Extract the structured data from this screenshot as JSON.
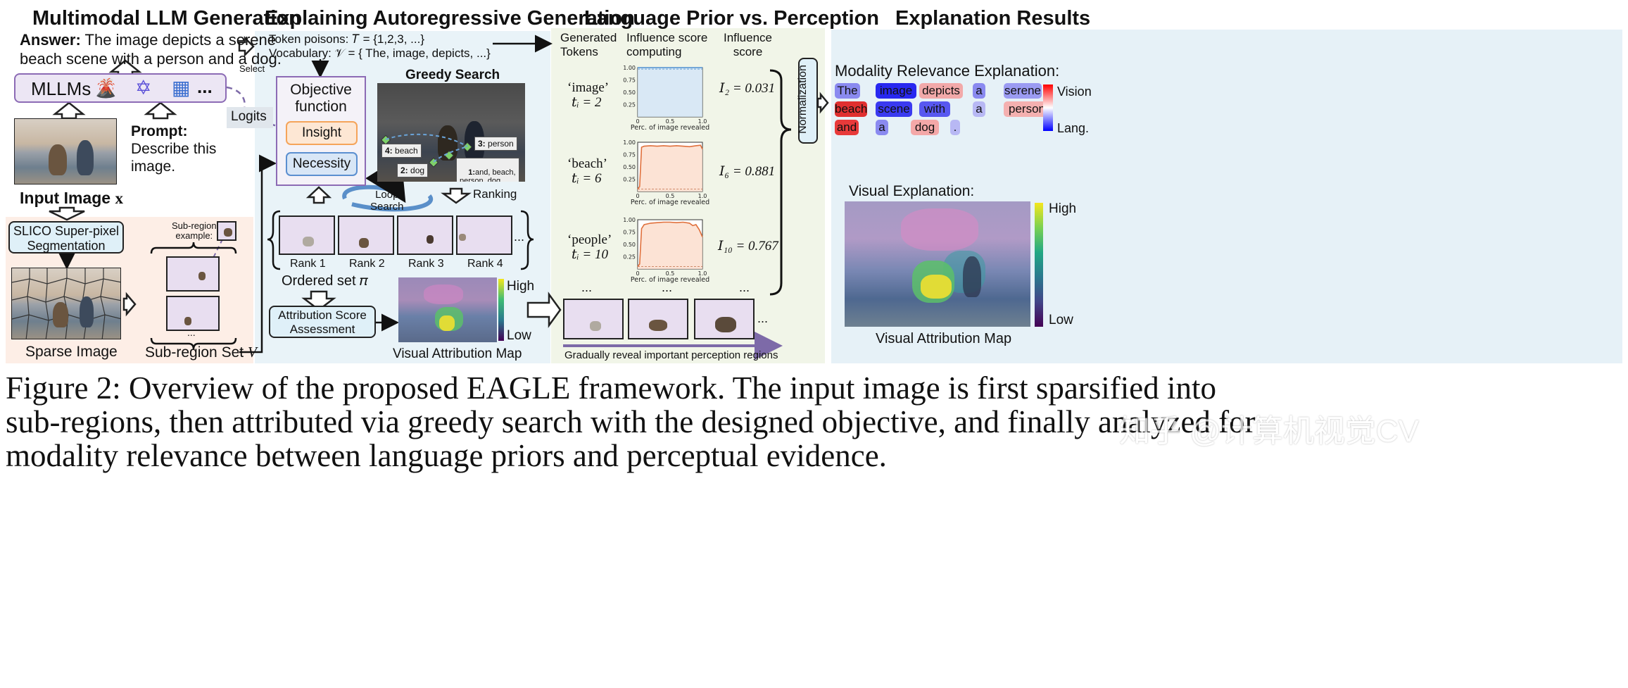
{
  "headers": {
    "col1": "Multimodal LLM Generation",
    "col2": "Explaining Autoregressive Generation",
    "col3": "Language Prior vs. Perception",
    "col4": "Explanation Results"
  },
  "col1": {
    "answer_label": "Answer:",
    "answer_line1": "The image depicts a serene",
    "answer_line2": "beach scene with a person and a dog.",
    "mllm_label": "MLLMs",
    "mllm_ellipsis": "...",
    "prompt_label": "Prompt:",
    "prompt_line1": "Describe this",
    "prompt_line2": "image.",
    "input_image_label": "Input Image",
    "input_image_symbol": "x",
    "slico_line1": "SLICO Super-pixel",
    "slico_line2": "Segmentation",
    "subregion_example": "Sub-region\nexample:",
    "sparse_image_label": "Sparse Image",
    "subregion_set_label": "Sub-region Set",
    "subregion_set_symbol": "V",
    "logits_label": "Logits",
    "select_label": "Select",
    "dots": "..."
  },
  "col2": {
    "token_positions": "Token poisons: 𝑇 = {1,2,3, ...}",
    "vocabulary": "Vocabulary: 𝒱 = { The, image, depicts, ...}",
    "objective_line1": "Objective",
    "objective_line2": "function",
    "insight": "Insight",
    "necessity": "Necessity",
    "greedy_search": "Greedy Search",
    "loop_line1": "Loop",
    "loop_line2": "Search",
    "ranking": "Ranking",
    "markers": [
      {
        "num": "4:",
        "text": "beach"
      },
      {
        "num": "3:",
        "text": "person"
      },
      {
        "num": "2:",
        "text": "dog"
      },
      {
        "num": "1:",
        "text": "and, beach,\nperson, dog"
      }
    ],
    "ranks": [
      "Rank 1",
      "Rank 2",
      "Rank 3",
      "Rank 4"
    ],
    "rank_ellipsis": "...",
    "ordered_set": "Ordered set 𝜋",
    "attribution_line1": "Attribution Score",
    "attribution_line2": "Assessment",
    "visual_attribution_map": "Visual Attribution Map",
    "high": "High",
    "low": "Low"
  },
  "col3": {
    "head_tokens": "Generated\nTokens",
    "head_influence_computing": "Influence score\ncomputing",
    "head_influence": "Influence\nscore",
    "rows": [
      {
        "token": "‘image’",
        "ti": "𝑡ᵢ = 2",
        "score": "𝐼₂ = 0.031"
      },
      {
        "token": "‘beach’",
        "ti": "𝑡ᵢ = 6",
        "score": "𝐼₆ = 0.881"
      },
      {
        "token": "‘people’",
        "ti": "𝑡ᵢ = 10",
        "score": "𝐼₁₀ = 0.767"
      }
    ],
    "normalization": "Normalization",
    "ellipsis": "...",
    "gradual": "Gradually reveal important perception regions"
  },
  "chart_data": [
    {
      "type": "line",
      "title": "",
      "xlabel": "Perc. of image revealed",
      "ylabel": "",
      "xlim": [
        0,
        1
      ],
      "ylim": [
        0,
        1
      ],
      "x_ticks": [
        "0",
        "0.5",
        "1.0"
      ],
      "y_ticks": [
        "0.25",
        "0.50",
        "0.75",
        "1.00"
      ],
      "x": [
        0,
        0.05,
        0.1,
        0.2,
        0.3,
        0.4,
        0.5,
        0.6,
        0.7,
        0.8,
        0.9,
        1.0
      ],
      "y": [
        1.0,
        1.0,
        1.0,
        1.0,
        1.0,
        1.0,
        1.0,
        1.0,
        1.0,
        1.0,
        1.0,
        1.0
      ],
      "baseline": 0.97
    },
    {
      "type": "line",
      "title": "",
      "xlabel": "Perc. of image revealed",
      "ylabel": "",
      "xlim": [
        0,
        1
      ],
      "ylim": [
        0,
        1
      ],
      "x_ticks": [
        "0",
        "0.5",
        "1.0"
      ],
      "y_ticks": [
        "0.25",
        "0.50",
        "0.75",
        "1.00"
      ],
      "x": [
        0,
        0.03,
        0.06,
        0.1,
        0.2,
        0.3,
        0.4,
        0.5,
        0.6,
        0.7,
        0.8,
        0.9,
        0.97,
        1.0
      ],
      "y": [
        0.05,
        0.1,
        0.9,
        0.92,
        0.93,
        0.92,
        0.93,
        0.92,
        0.93,
        0.92,
        0.91,
        0.93,
        0.94,
        0.86
      ],
      "baseline": 0.05
    },
    {
      "type": "line",
      "title": "",
      "xlabel": "Perc. of image revealed",
      "ylabel": "",
      "xlim": [
        0,
        1
      ],
      "ylim": [
        0,
        1
      ],
      "x_ticks": [
        "0",
        "0.5",
        "1.0"
      ],
      "y_ticks": [
        "0.25",
        "0.50",
        "0.75",
        "1.00"
      ],
      "x": [
        0,
        0.03,
        0.06,
        0.1,
        0.2,
        0.3,
        0.4,
        0.5,
        0.6,
        0.7,
        0.8,
        0.85,
        0.9,
        0.95,
        1.0
      ],
      "y": [
        0.05,
        0.1,
        0.82,
        0.9,
        0.93,
        0.94,
        0.95,
        0.95,
        0.94,
        0.95,
        0.93,
        0.88,
        0.9,
        0.8,
        0.65
      ],
      "baseline": 0.05
    }
  ],
  "col4": {
    "modality_title": "Modality Relevance Explanation:",
    "tokens": [
      {
        "text": "The",
        "color": "#8a8af0"
      },
      {
        "text": "image",
        "color": "#2828f0"
      },
      {
        "text": "depicts",
        "color": "#f2a9a9"
      },
      {
        "text": "a",
        "color": "#8a8af0"
      },
      {
        "text": "serene",
        "color": "#9b9bf2"
      },
      {
        "text": "beach",
        "color": "#e03030"
      },
      {
        "text": "scene",
        "color": "#3a3af0"
      },
      {
        "text": "with",
        "color": "#5858f0"
      },
      {
        "text": "a",
        "color": "#b8b8f4"
      },
      {
        "text": "person",
        "color": "#f4b0b0"
      },
      {
        "text": "and",
        "color": "#e83a3a"
      },
      {
        "text": "a",
        "color": "#8a8af0"
      },
      {
        "text": "dog",
        "color": "#f4a8a8"
      },
      {
        "text": ".",
        "color": "#b8b8f4"
      }
    ],
    "vision": "Vision",
    "lang": "Lang.",
    "visual_explanation": "Visual Explanation:",
    "high": "High",
    "low": "Low",
    "visual_attribution_map": "Visual Attribution Map"
  },
  "caption": {
    "line1": "Figure 2: Overview of the proposed EAGLE framework. The input image is first sparsified into",
    "line2": "sub-regions, then attributed via greedy search with the designed objective, and finally analyzed for",
    "line3": "modality relevance between language priors and perceptual evidence."
  },
  "watermark": "知乎 @计算机视觉CV",
  "colors": {
    "col2_bg": "#e9f3f8",
    "col3_bg": "#f1f5e8",
    "col4_bg": "#e6f1f7",
    "slico_bg": "#fdeee6",
    "insight": "#f5a45a",
    "necessity": "#5b8fd0",
    "objective_border": "#8c6bb5",
    "arrow_purple": "#7d6aa8"
  }
}
